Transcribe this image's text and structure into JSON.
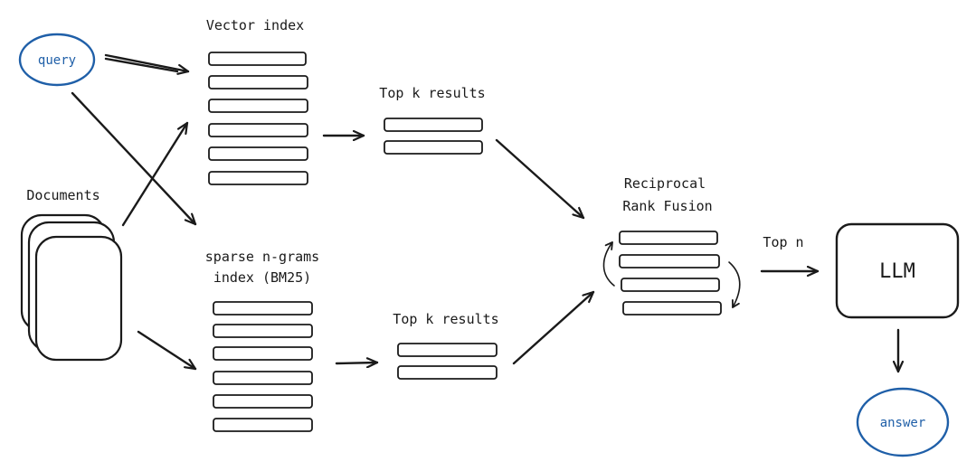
{
  "nodes": {
    "query": "query",
    "documents": "Documents",
    "vector_index": "Vector index",
    "sparse_index_line1": "sparse n-grams",
    "sparse_index_line2": "index (BM25)",
    "top_k_upper": "Top k results",
    "top_k_lower": "Top k results",
    "rrf_line1": "Reciprocal",
    "rrf_line2": "Rank Fusion",
    "top_n": "Top n",
    "llm": "LLM",
    "answer": "answer"
  },
  "colors": {
    "ink": "#1a1a1a",
    "accent_blue": "#1f5fa8",
    "background": "#ffffff"
  }
}
